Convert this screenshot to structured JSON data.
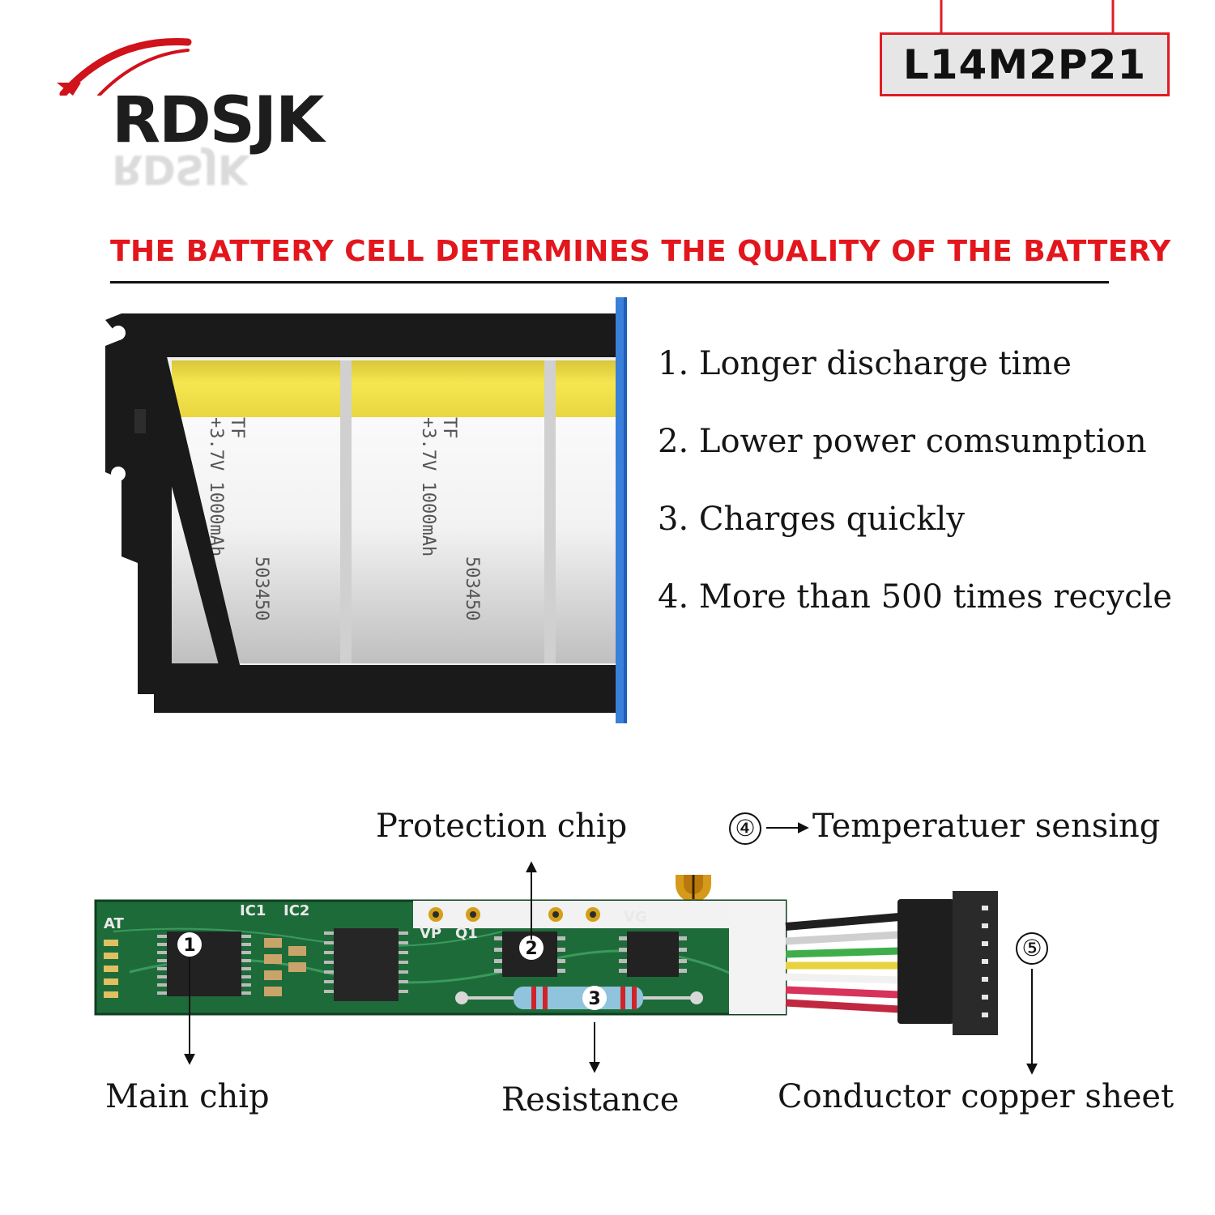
{
  "brand": {
    "logo_text": "RDSJK"
  },
  "model": {
    "code": "L14M2P21"
  },
  "headline": "THE BATTERY CELL DETERMINES THE QUALITY OF THE BATTERY",
  "features": [
    "1. Longer discharge time",
    "2. Lower power comsumption",
    "3. Charges quickly",
    "4. More than 500 times recycle"
  ],
  "cell_print": {
    "brand": "TF",
    "model": "503450",
    "spec": "+3.7V 1000mAh"
  },
  "board": {
    "silkscreen": {
      "at": "AT",
      "ic1": "IC1",
      "ic2": "IC2",
      "vp": "VP",
      "q1": "Q1",
      "vg": "VG"
    },
    "markers": [
      "1",
      "2",
      "3"
    ],
    "labels": {
      "protection_chip": "Protection chip",
      "temperature": "Temperatuer sensing",
      "main_chip": "Main chip",
      "resistance": "Resistance",
      "conductor": "Conductor copper sheet"
    },
    "circled_numbers": {
      "four": "④",
      "five": "⑤"
    }
  },
  "colors": {
    "accent_red": "#e2161c",
    "pcb_green": "#1e6b3a",
    "cell_yellow": "#f3e24a",
    "frame_black": "#1a1a1a",
    "blue_edge": "#3a7fd8"
  }
}
